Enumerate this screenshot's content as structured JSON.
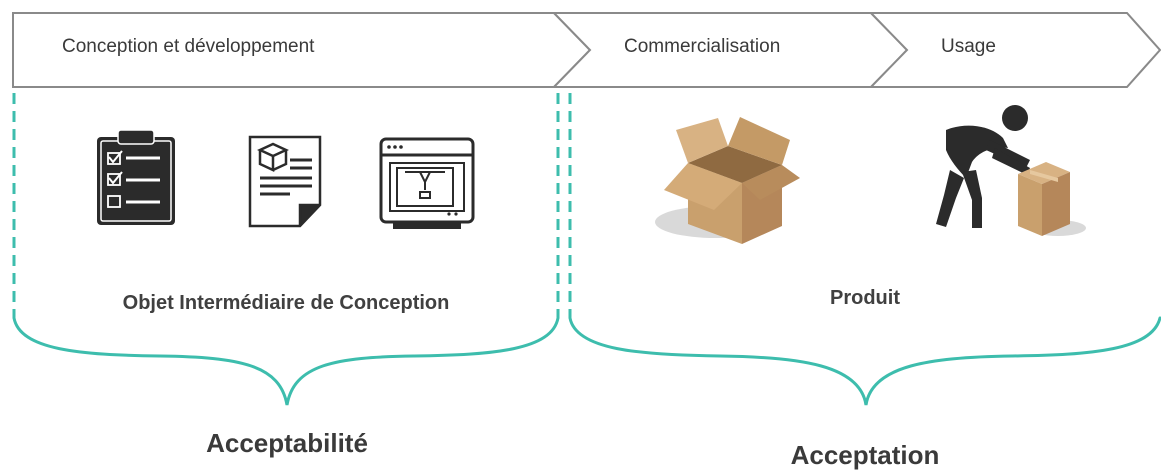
{
  "process": {
    "stage1": "Conception et développement",
    "stage2": "Commercialisation",
    "stage3": "Usage"
  },
  "left_group": {
    "title": "Objet Intermédiaire de Conception",
    "outcome": "Acceptabilité",
    "icons": [
      "checklist-clipboard-icon",
      "product-document-icon",
      "cad-3d-printer-screen-icon"
    ]
  },
  "right_group": {
    "title": "Produit",
    "outcome": "Acceptation",
    "icons": [
      "open-cardboard-box-icon",
      "person-lifting-box-icon"
    ]
  },
  "colors": {
    "teal": "#3dbdad",
    "arrow_stroke": "#8a8a8a",
    "icon_dark": "#2b2b2b",
    "cardboard": "#c9a06d"
  }
}
